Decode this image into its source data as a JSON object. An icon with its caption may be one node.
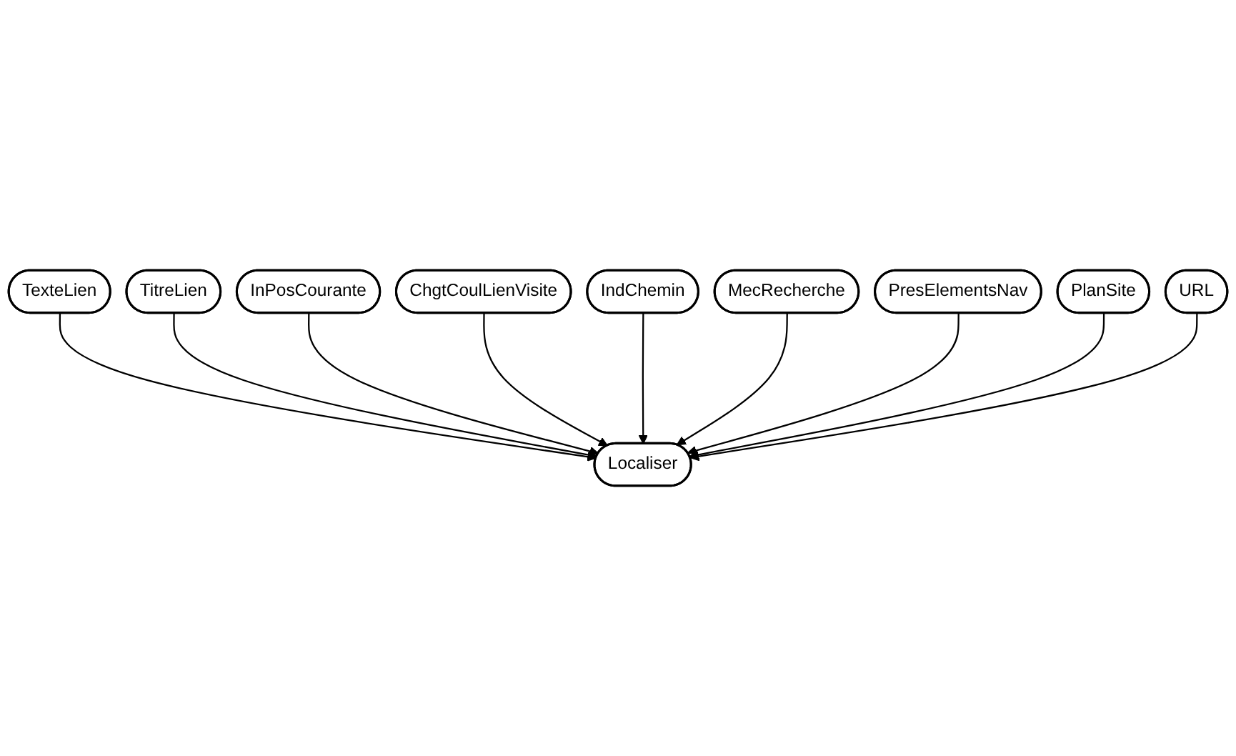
{
  "diagram": {
    "nodes": [
      {
        "text": [
          "IndChemin"
        ]
      },
      {
        "text": [
          "ChgtCoulLienVisite"
        ]
      },
      {
        "text": [
          "MecRecherche"
        ]
      },
      {
        "text": [
          "InPosCourante"
        ]
      },
      {
        "text": [
          "PresElementsNav"
        ]
      },
      {
        "text": [
          "TitreLien"
        ]
      },
      {
        "text": [
          "PlanSite"
        ]
      },
      {
        "text": [
          "TexteLien"
        ]
      },
      {
        "text": [
          "URL"
        ]
      },
      {
        "text": [
          "Localiser"
        ]
      }
    ],
    "edges": [
      {
        "from": 7,
        "to": 9,
        "arrow": "to"
      },
      {
        "from": 5,
        "to": 9,
        "arrow": "to"
      },
      {
        "from": 3,
        "to": 9,
        "arrow": "to"
      },
      {
        "from": 1,
        "to": 9,
        "arrow": "to"
      },
      {
        "from": 0,
        "to": 9,
        "arrow": "to"
      },
      {
        "from": 2,
        "to": 9,
        "arrow": "to"
      },
      {
        "from": 4,
        "to": 9,
        "arrow": "to"
      },
      {
        "from": 6,
        "to": 9,
        "arrow": "to"
      },
      {
        "from": 8,
        "to": 9,
        "arrow": "to"
      }
    ]
  }
}
